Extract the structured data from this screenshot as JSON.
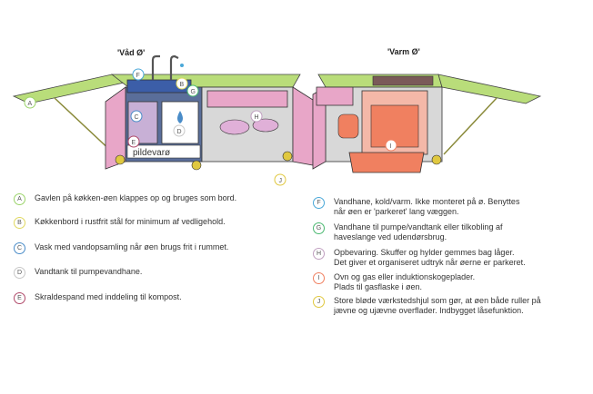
{
  "titles": {
    "wet": "'Våd Ø'",
    "warm": "'Varm Ø'"
  },
  "brand_label": "pildevarø",
  "illustration_markers": [
    "A",
    "B",
    "C",
    "D",
    "E",
    "F",
    "G",
    "H",
    "I",
    "J"
  ],
  "legend_left": [
    {
      "letter": "A",
      "color": "#9bd46a",
      "lines": [
        "Gavlen på køkken-øen klappes op og bruges som bord."
      ]
    },
    {
      "letter": "B",
      "color": "#e0d860",
      "lines": [
        "Køkkenbord i rustfrit stål for minimum af vedligehold."
      ]
    },
    {
      "letter": "C",
      "color": "#4a8cc8",
      "lines": [
        "Vask med vandopsamling når øen brugs frit i rummet."
      ]
    },
    {
      "letter": "D",
      "color": "#c8c8c8",
      "lines": [
        "Vandtank til pumpevandhane."
      ]
    },
    {
      "letter": "E",
      "color": "#b04a6a",
      "lines": [
        "Skraldespand med inddeling til kompost."
      ]
    }
  ],
  "legend_right": [
    {
      "letter": "F",
      "color": "#4aa8d8",
      "lines": [
        "Vandhane, kold/varm. Ikke monteret på ø. Benyttes",
        "når øen er 'parkeret' lang væggen."
      ]
    },
    {
      "letter": "G",
      "color": "#4ab870",
      "lines": [
        "Vandhane til pumpe/vandtank eller tilkobling af",
        "haveslange ved udendørsbrug."
      ]
    },
    {
      "letter": "H",
      "color": "#c0a0c0",
      "lines": [
        "Opbevaring. Skuffer og hylder gemmes bag låger.",
        "Det giver et organiseret udtryk når øerne er parkeret."
      ]
    },
    {
      "letter": "I",
      "color": "#f08060",
      "lines": [
        "Ovn og gas eller induktionskogeplader.",
        "Plads til gasflaske i øen."
      ]
    },
    {
      "letter": "J",
      "color": "#e0c840",
      "lines": [
        "Store bløde værkstedshjul som gør, at øen både ruller på",
        "jævne og ujævne overflader. Indbygget låsefunktion."
      ]
    }
  ]
}
